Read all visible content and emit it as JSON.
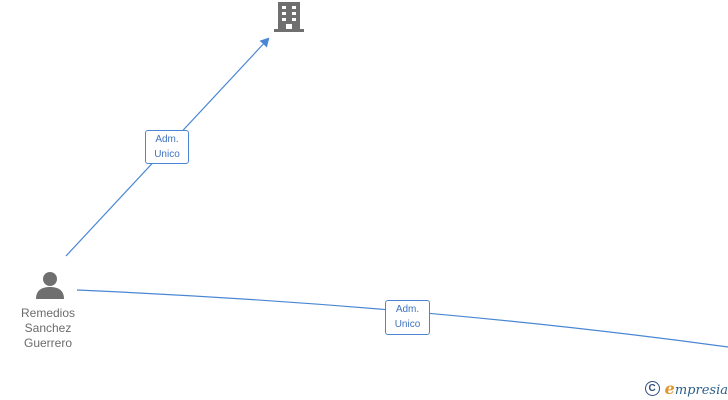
{
  "person": {
    "name_lines": [
      "Remedios",
      "Sanchez",
      "Guerrero"
    ]
  },
  "edges": [
    {
      "label_lines": [
        "Adm.",
        "Unico"
      ]
    },
    {
      "label_lines": [
        "Adm.",
        "Unico"
      ]
    }
  ],
  "watermark": {
    "symbol": "C",
    "brand_first": "e",
    "brand_rest": "mpresia"
  },
  "colors": {
    "edge": "#4a86d4",
    "icon": "#6f6f6f",
    "brand_accent": "#e0962b",
    "brand_main": "#2d5f8a"
  },
  "icons": {
    "company": "building-icon",
    "person": "person-icon"
  }
}
